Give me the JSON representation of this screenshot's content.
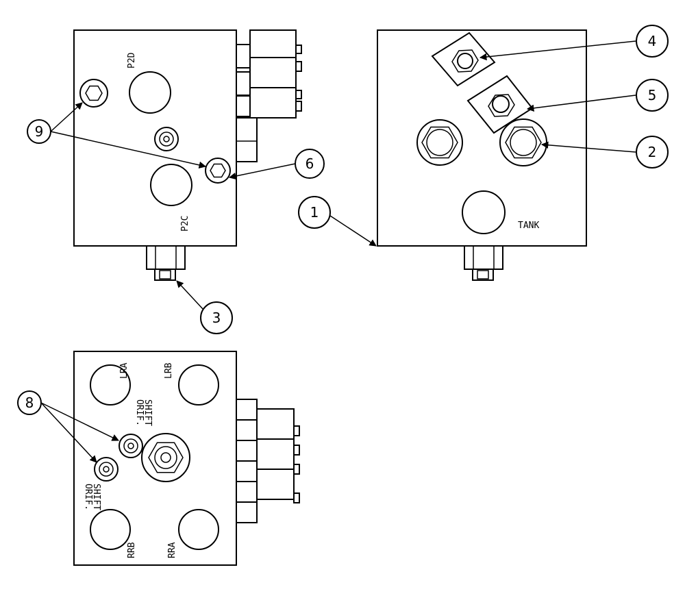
{
  "callouts": [
    "1",
    "2",
    "3",
    "4",
    "5",
    "6",
    "8",
    "9"
  ],
  "ports": {
    "p2d": "P2D",
    "p2c": "P2C",
    "tank": "TANK",
    "lra": "LRA",
    "lrb": "LRB",
    "rrb": "RRB",
    "rra": "RRA",
    "shift_orif_a_line1": "SHIFT",
    "shift_orif_a_line2": "ORIF.",
    "shift_orif_b_line1": "SHIFT",
    "shift_orif_b_line2": "ORIF."
  }
}
